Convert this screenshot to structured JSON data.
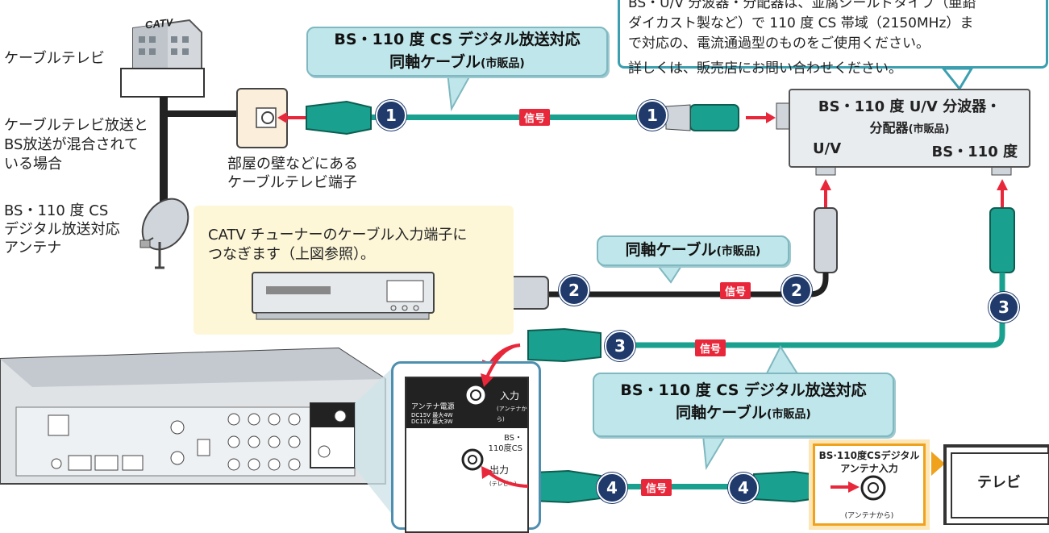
{
  "catv_sign": "CATV",
  "labels": {
    "cable_tv": "ケーブルテレビ",
    "mixed": "ケーブルテレビ放送と\nBS放送が混合されて\nいる場合",
    "antenna": "BS・110 度 CS\nデジタル放送対応\nアンテナ",
    "wall": "部屋の壁などにある\nケーブルテレビ端子",
    "catv_tuner": "CATV チューナーのケーブル入力端子に\nつなぎます（上図参照）。"
  },
  "note": {
    "line1": "BS・U/V 分波器・分配器は、並腐シールドタイプ（亜鉛",
    "line2": "ダイカスト製など）で 110 度 CS 帯域（2150MHz）ま",
    "line3": "で対応の、電流通過型のものをご使用ください。",
    "line4": "詳しくは、販売店にお問い合わせください。"
  },
  "callouts": {
    "top_line1": "BS・110 度 CS デジタル放送対応",
    "top_line2": "同軸ケーブル",
    "top_suffix": "(市販品)",
    "mid_line1": "同軸ケーブル",
    "mid_suffix": "(市販品)",
    "bot_line1": "BS・110 度 CS デジタル放送対応",
    "bot_line2": "同軸ケーブル",
    "bot_suffix": "(市販品)"
  },
  "splitter": {
    "title": "BS・110 度 U/V 分波器・",
    "subtitle": "分配器",
    "subtitle_suffix": "(市販品)",
    "port_uv": "U/V",
    "port_bs": "BS・110 度"
  },
  "signal_label": "信号",
  "numbers": [
    "1",
    "1",
    "2",
    "2",
    "3",
    "3",
    "4",
    "4"
  ],
  "panel": {
    "antenna_power": "アンテナ電源",
    "power_spec1": "DC15V 最大4W",
    "power_spec2": "DC11V 最大3W",
    "input": "入力",
    "input_sub": "(アンテナから)",
    "bs_cs": "BS・\n110度CS",
    "output": "出力",
    "output_sub": "(テレビへ)"
  },
  "tv_antenna_input": {
    "title": "BS·110度CSデジタル\nアンテナ入力",
    "sub": "(アンテナから)"
  },
  "tv_label": "テレビ",
  "colors": {
    "cable_teal": "#1aa08e",
    "cable_black": "#222222",
    "callout": "#bfe6ea",
    "signal": "#e8273a",
    "number": "#1f3a6b"
  }
}
